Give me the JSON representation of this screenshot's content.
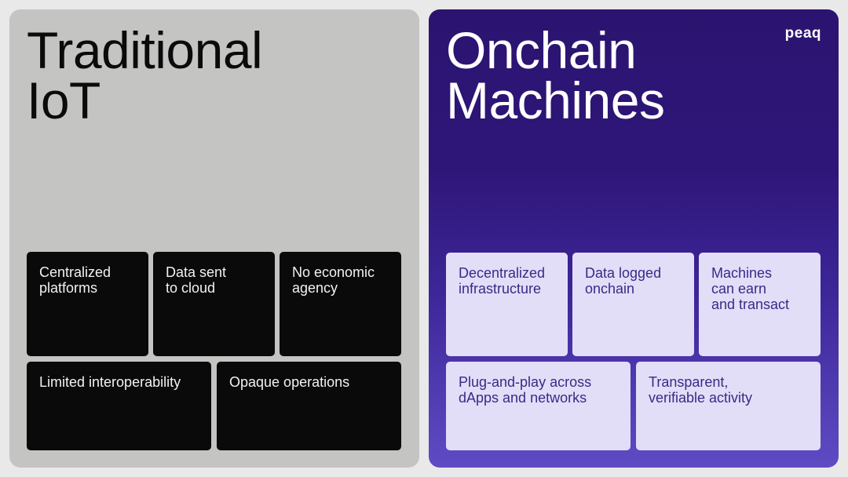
{
  "left": {
    "title": "Traditional\nIoT",
    "cards": [
      "Centralized\nplatforms",
      "Data sent\nto cloud",
      "No economic\nagency",
      "Limited interoperability",
      "Opaque operations"
    ]
  },
  "right": {
    "title": "Onchain\nMachines",
    "logo": "peaq",
    "cards": [
      "Decentralized\ninfrastructure",
      "Data logged\nonchain",
      "Machines\ncan earn\nand transact",
      "Plug-and-play across\ndApps and networks",
      "Transparent,\nverifiable activity"
    ]
  },
  "colors": {
    "left_panel": "#c4c4c2",
    "left_card": "#0b0a0a",
    "right_panel_top": "#2b1470",
    "right_panel_bottom": "#5f4bc4",
    "right_card": "#e2def8",
    "right_card_text": "#3a2a86"
  }
}
